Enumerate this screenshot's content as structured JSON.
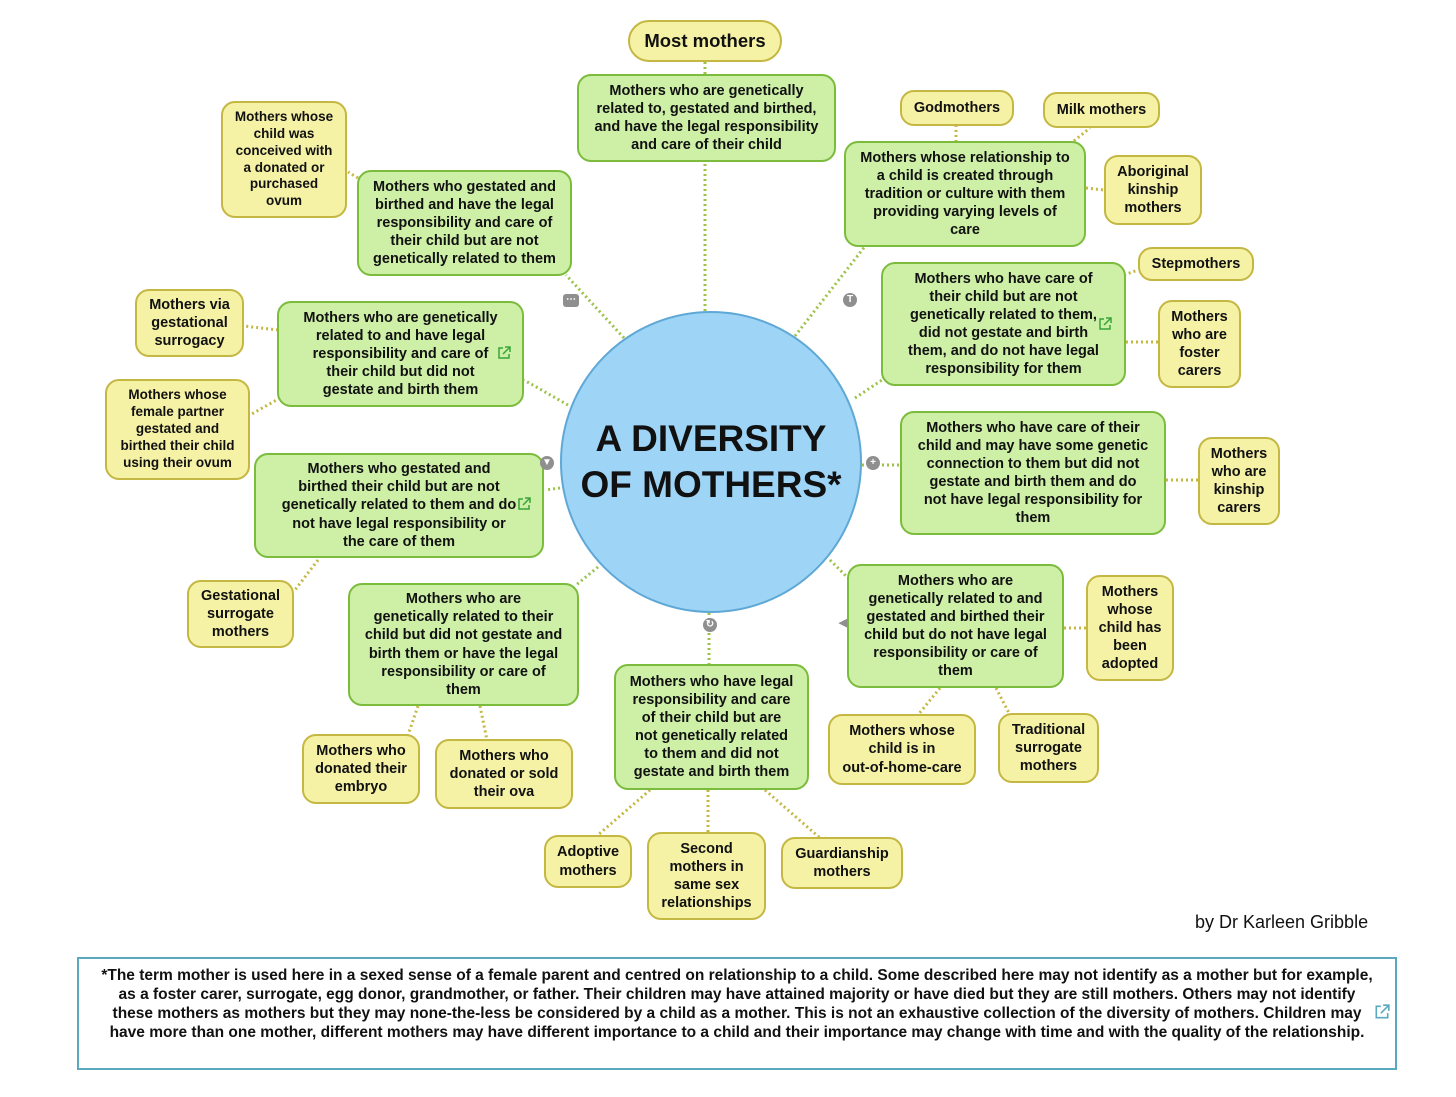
{
  "center": {
    "line1": "A DIVERSITY",
    "line2": "OF MOTHERS*"
  },
  "nodes": {
    "most_mothers": [
      "Most mothers"
    ],
    "genetic_gestated_legal": [
      "Mothers who are genetically",
      "related to, gestated and birthed,",
      "and have the legal responsibility",
      "and care of their child"
    ],
    "gestated_legal_not_genetic": [
      "Mothers who gestated and",
      "birthed and have the legal",
      "responsibility and care of",
      "their child but are not",
      "genetically related to them"
    ],
    "donated_ovum": [
      "Mothers whose",
      "child was",
      "conceived with",
      "a donated or",
      "purchased",
      "ovum"
    ],
    "relationship_tradition": [
      "Mothers whose relationship to",
      "a child is created through",
      "tradition or culture with them",
      "providing varying levels of",
      "care"
    ],
    "godmothers": [
      "Godmothers"
    ],
    "milk_mothers": [
      "Milk mothers"
    ],
    "aboriginal_kinship": [
      "Aboriginal",
      "kinship",
      "mothers"
    ],
    "care_not_genetic_no_legal": [
      "Mothers who have care of",
      "their child but are not",
      "genetically related to them,",
      "did not gestate and birth",
      "them, and do not have legal",
      "responsibility for them"
    ],
    "stepmothers": [
      "Stepmothers"
    ],
    "foster_carers": [
      "Mothers",
      "who are",
      "foster",
      "carers"
    ],
    "genetic_legal_not_gestate": [
      "Mothers who are genetically",
      "related to and have legal",
      "responsibility and care of",
      "their child but did not",
      "gestate and birth them"
    ],
    "gestational_surrogacy": [
      "Mothers via",
      "gestational",
      "surrogacy"
    ],
    "female_partner": [
      "Mothers whose",
      "female partner",
      "gestated and",
      "birthed their child",
      "using their ovum"
    ],
    "care_some_genetic": [
      "Mothers who have care of their",
      "child and may have some genetic",
      "connection to them but did not",
      "gestate and birth them and do",
      "not have legal responsibility for",
      "them"
    ],
    "kinship_carers": [
      "Mothers",
      "who are",
      "kinship",
      "carers"
    ],
    "gestated_not_genetic_no_legal": [
      "Mothers who gestated and",
      "birthed their child but are not",
      "genetically related to them and do",
      "not have legal responsibility or",
      "the care of them"
    ],
    "gestational_surrogate": [
      "Gestational",
      "surrogate",
      "mothers"
    ],
    "genetic_gestated_no_legal": [
      "Mothers who are",
      "genetically related to and",
      "gestated and birthed their",
      "child but do not have legal",
      "responsibility or care of",
      "them"
    ],
    "adopted": [
      "Mothers",
      "whose",
      "child has",
      "been",
      "adopted"
    ],
    "out_of_home_care": [
      "Mothers whose",
      "child is in",
      "out-of-home-care"
    ],
    "traditional_surrogate": [
      "Traditional",
      "surrogate",
      "mothers"
    ],
    "genetic_only": [
      "Mothers who are",
      "genetically related to their",
      "child but did not gestate and",
      "birth them or have the legal",
      "responsibility or care of",
      "them"
    ],
    "donated_embryo": [
      "Mothers who",
      "donated their",
      "embryo"
    ],
    "donated_ova": [
      "Mothers who",
      "donated or sold",
      "their ova"
    ],
    "legal_care_only": [
      "Mothers who have legal",
      "responsibility and care",
      "of their child but are",
      "not genetically related",
      "to them and did not",
      "gestate and birth them"
    ],
    "adoptive": [
      "Adoptive",
      "mothers"
    ],
    "second_mothers": [
      "Second",
      "mothers in",
      "same sex",
      "relationships"
    ],
    "guardianship": [
      "Guardianship",
      "mothers"
    ]
  },
  "markers": {
    "notes": "⋯",
    "text": "T",
    "filter": "▼",
    "plus": "+",
    "refresh": "↻",
    "arrow": "◀"
  },
  "author": "by Dr Karleen Gribble",
  "footnote": "*The term mother is used here in a sexed sense of a female parent and centred on relationship to a child. Some described here may not identify as a mother but for example, as a foster carer, surrogate, egg donor, grandmother, or father. Their children may have attained majority or have died but they are still mothers. Others may not identify these mothers as mothers but they may none-the-less be considered by a child as a mother. This is not an exhaustive collection of the diversity of mothers. Children may have more than one mother, different mothers may have different importance to a child and their importance may change with time and with the quality of the relationship."
}
